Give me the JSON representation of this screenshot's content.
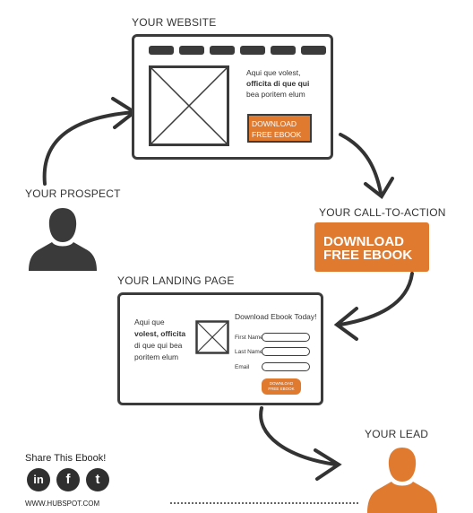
{
  "colors": {
    "accent": "#e07a2f",
    "ink": "#3b3b3b"
  },
  "website": {
    "heading": "YOUR WEBSITE",
    "text_line1": "Aqui que volest,",
    "text_line2": "officita di que qui",
    "text_line3": "bea poritem elum",
    "cta_line1": "DOWNLOAD",
    "cta_line2": "FREE EBOOK"
  },
  "prospect": {
    "label": "YOUR PROSPECT",
    "icon": "person-icon"
  },
  "cta": {
    "heading": "YOUR CALL-TO-ACTION",
    "line1": "DOWNLOAD",
    "line2": "FREE EBOOK"
  },
  "landing": {
    "heading": "YOUR LANDING PAGE",
    "text_line1": "Aqui que",
    "text_line2": "volest, officita",
    "text_line3": "di que qui bea",
    "text_line4": "poritem elum",
    "form_title": "Download Ebook Today!",
    "first_name": "First Name",
    "last_name": "Last Name",
    "email": "Email",
    "button_line1": "DOWNLOAD",
    "button_line2": "FREE EBOOK"
  },
  "lead": {
    "label": "YOUR LEAD",
    "icon": "person-icon"
  },
  "share": {
    "title": "Share This Ebook!",
    "linkedin": "in",
    "facebook": "f",
    "twitter": "t",
    "url": "WWW.HUBSPOT.COM"
  }
}
